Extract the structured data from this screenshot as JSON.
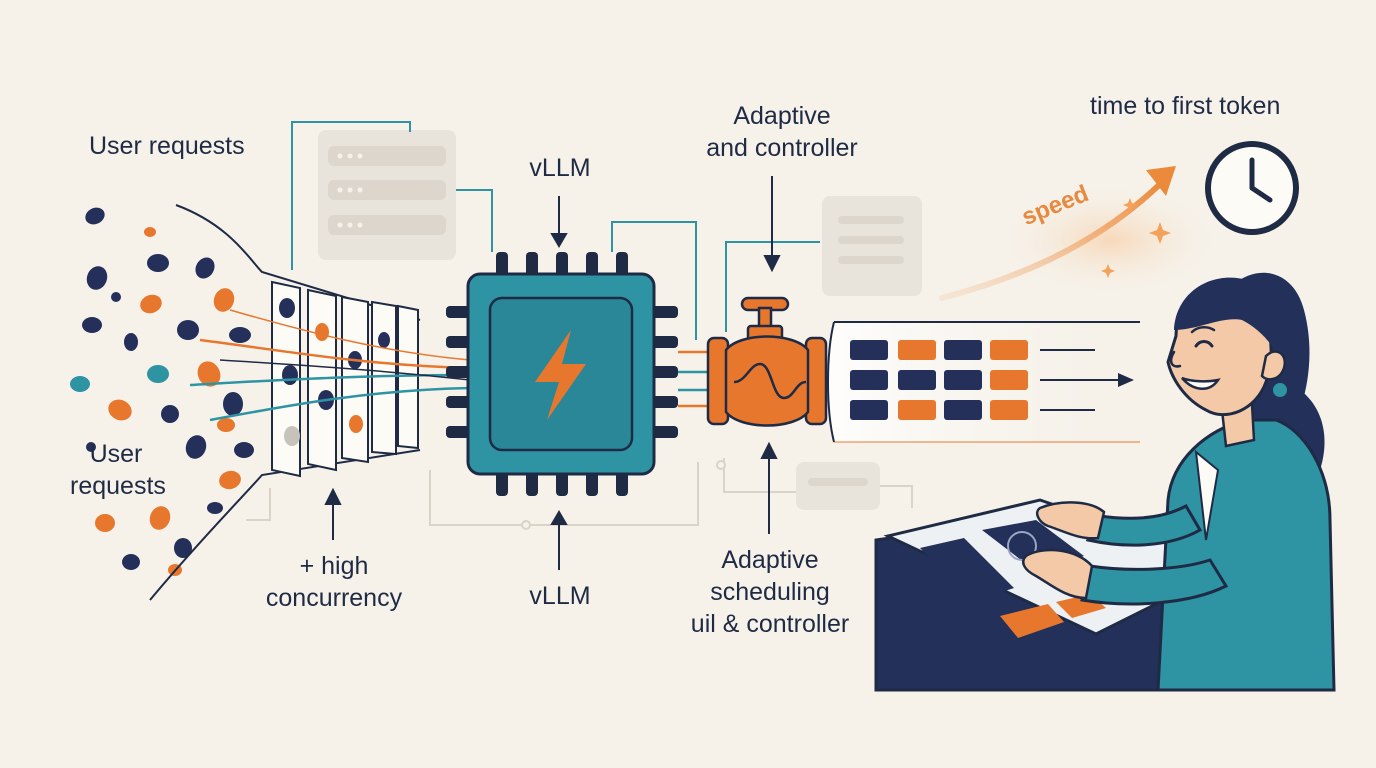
{
  "labels": {
    "user_requests_top": "User requests",
    "user_requests_bottom_line1": "User",
    "user_requests_bottom_line2": "requests",
    "high_concurrency_line1": "+ high",
    "high_concurrency_line2": "concurrency",
    "vllm_top": "vLLM",
    "vllm_bottom": "vLLM",
    "adaptive_top_line1": "Adaptive",
    "adaptive_top_line2": "and controller",
    "adaptive_bottom_line1": "Adaptive",
    "adaptive_bottom_line2": "scheduling",
    "adaptive_bottom_line3": "uil & controller",
    "ttft": "time to first token",
    "speed": "speed"
  },
  "colors": {
    "background": "#f6f2ea",
    "navy": "#1f2b45",
    "teal": "#2e93a3",
    "orange": "#e8772e",
    "panel_gray": "#e6e1d8"
  },
  "icons": {
    "chip": "gpu-chip-icon",
    "lightning": "lightning-bolt-icon",
    "valve": "valve-icon",
    "clock": "clock-icon",
    "arrow": "speed-arrow-icon",
    "person": "operator-person-icon",
    "console": "control-console-icon"
  }
}
